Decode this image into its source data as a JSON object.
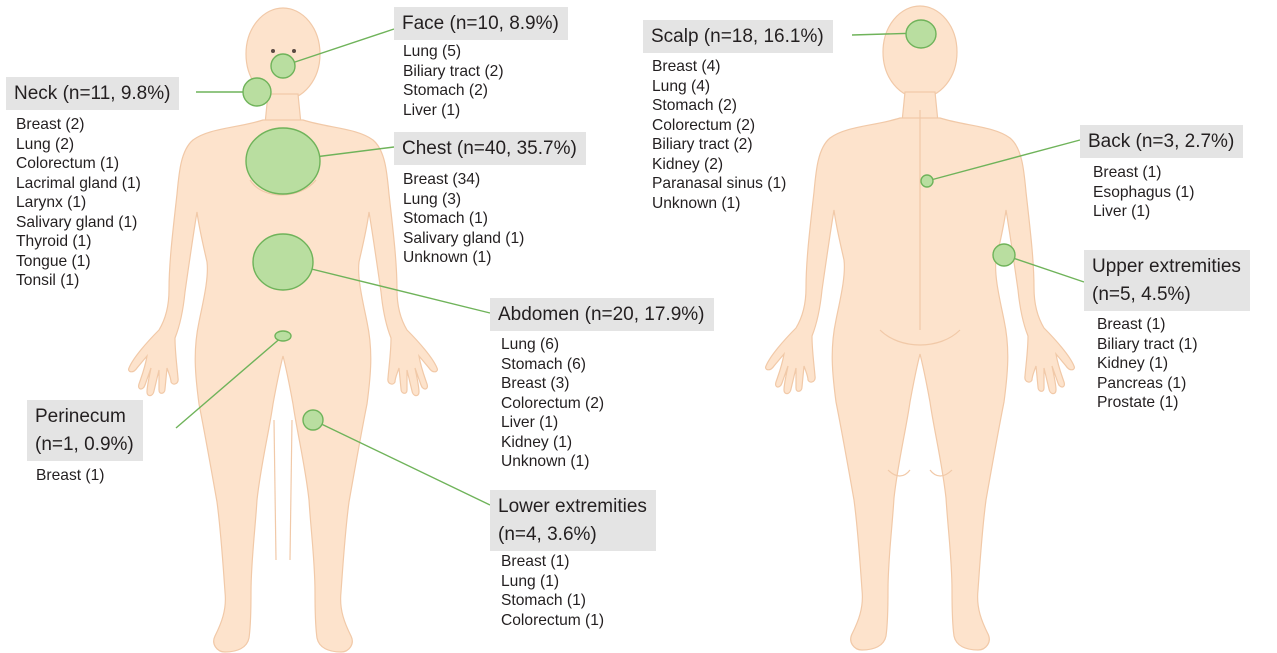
{
  "colors": {
    "skin_fill": "#fde3cc",
    "skin_stroke": "#f1c9a8",
    "lesion_fill": "#b9dea0",
    "lesion_stroke": "#6fb35a",
    "leader_line": "#6fb35a",
    "label_box": "#e4e4e4",
    "text": "#231f20"
  },
  "front_view": {
    "face": {
      "title": "Face (n=10, 8.9%)",
      "items": [
        "Lung (5)",
        "Biliary tract (2)",
        "Stomach (2)",
        "Liver (1)"
      ]
    },
    "neck": {
      "title": "Neck (n=11, 9.8%)",
      "items": [
        "Breast (2)",
        "Lung (2)",
        "Colorectum (1)",
        "Lacrimal gland (1)",
        "Larynx (1)",
        "Salivary gland (1)",
        "Thyroid (1)",
        "Tongue (1)",
        "Tonsil (1)"
      ]
    },
    "chest": {
      "title": "Chest (n=40, 35.7%)",
      "items": [
        "Breast (34)",
        "Lung (3)",
        "Stomach (1)",
        "Salivary gland (1)",
        "Unknown (1)"
      ]
    },
    "abdomen": {
      "title": "Abdomen (n=20, 17.9%)",
      "items": [
        "Lung (6)",
        "Stomach (6)",
        "Breast (3)",
        "Colorectum (2)",
        "Liver (1)",
        "Kidney (1)",
        "Unknown (1)"
      ]
    },
    "perineum": {
      "title_line1": "Perinecum",
      "title_line2": "(n=1, 0.9%)",
      "items": [
        "Breast (1)"
      ]
    },
    "lower_extremities": {
      "title_line1": "Lower extremities",
      "title_line2": "(n=4, 3.6%)",
      "items": [
        "Breast (1)",
        "Lung (1)",
        "Stomach (1)",
        "Colorectum (1)"
      ]
    }
  },
  "back_view": {
    "scalp": {
      "title": "Scalp (n=18, 16.1%)",
      "items": [
        "Breast (4)",
        "Lung (4)",
        "Stomach (2)",
        "Colorectum (2)",
        "Biliary tract (2)",
        "Kidney (2)",
        "Paranasal sinus (1)",
        "Unknown (1)"
      ]
    },
    "back": {
      "title": "Back (n=3, 2.7%)",
      "items": [
        "Breast (1)",
        "Esophagus (1)",
        "Liver (1)"
      ]
    },
    "upper_extremities": {
      "title_line1": "Upper extremities",
      "title_line2": "(n=5, 4.5%)",
      "items": [
        "Breast (1)",
        "Biliary tract (1)",
        "Kidney (1)",
        "Pancreas (1)",
        "Prostate (1)"
      ]
    }
  }
}
